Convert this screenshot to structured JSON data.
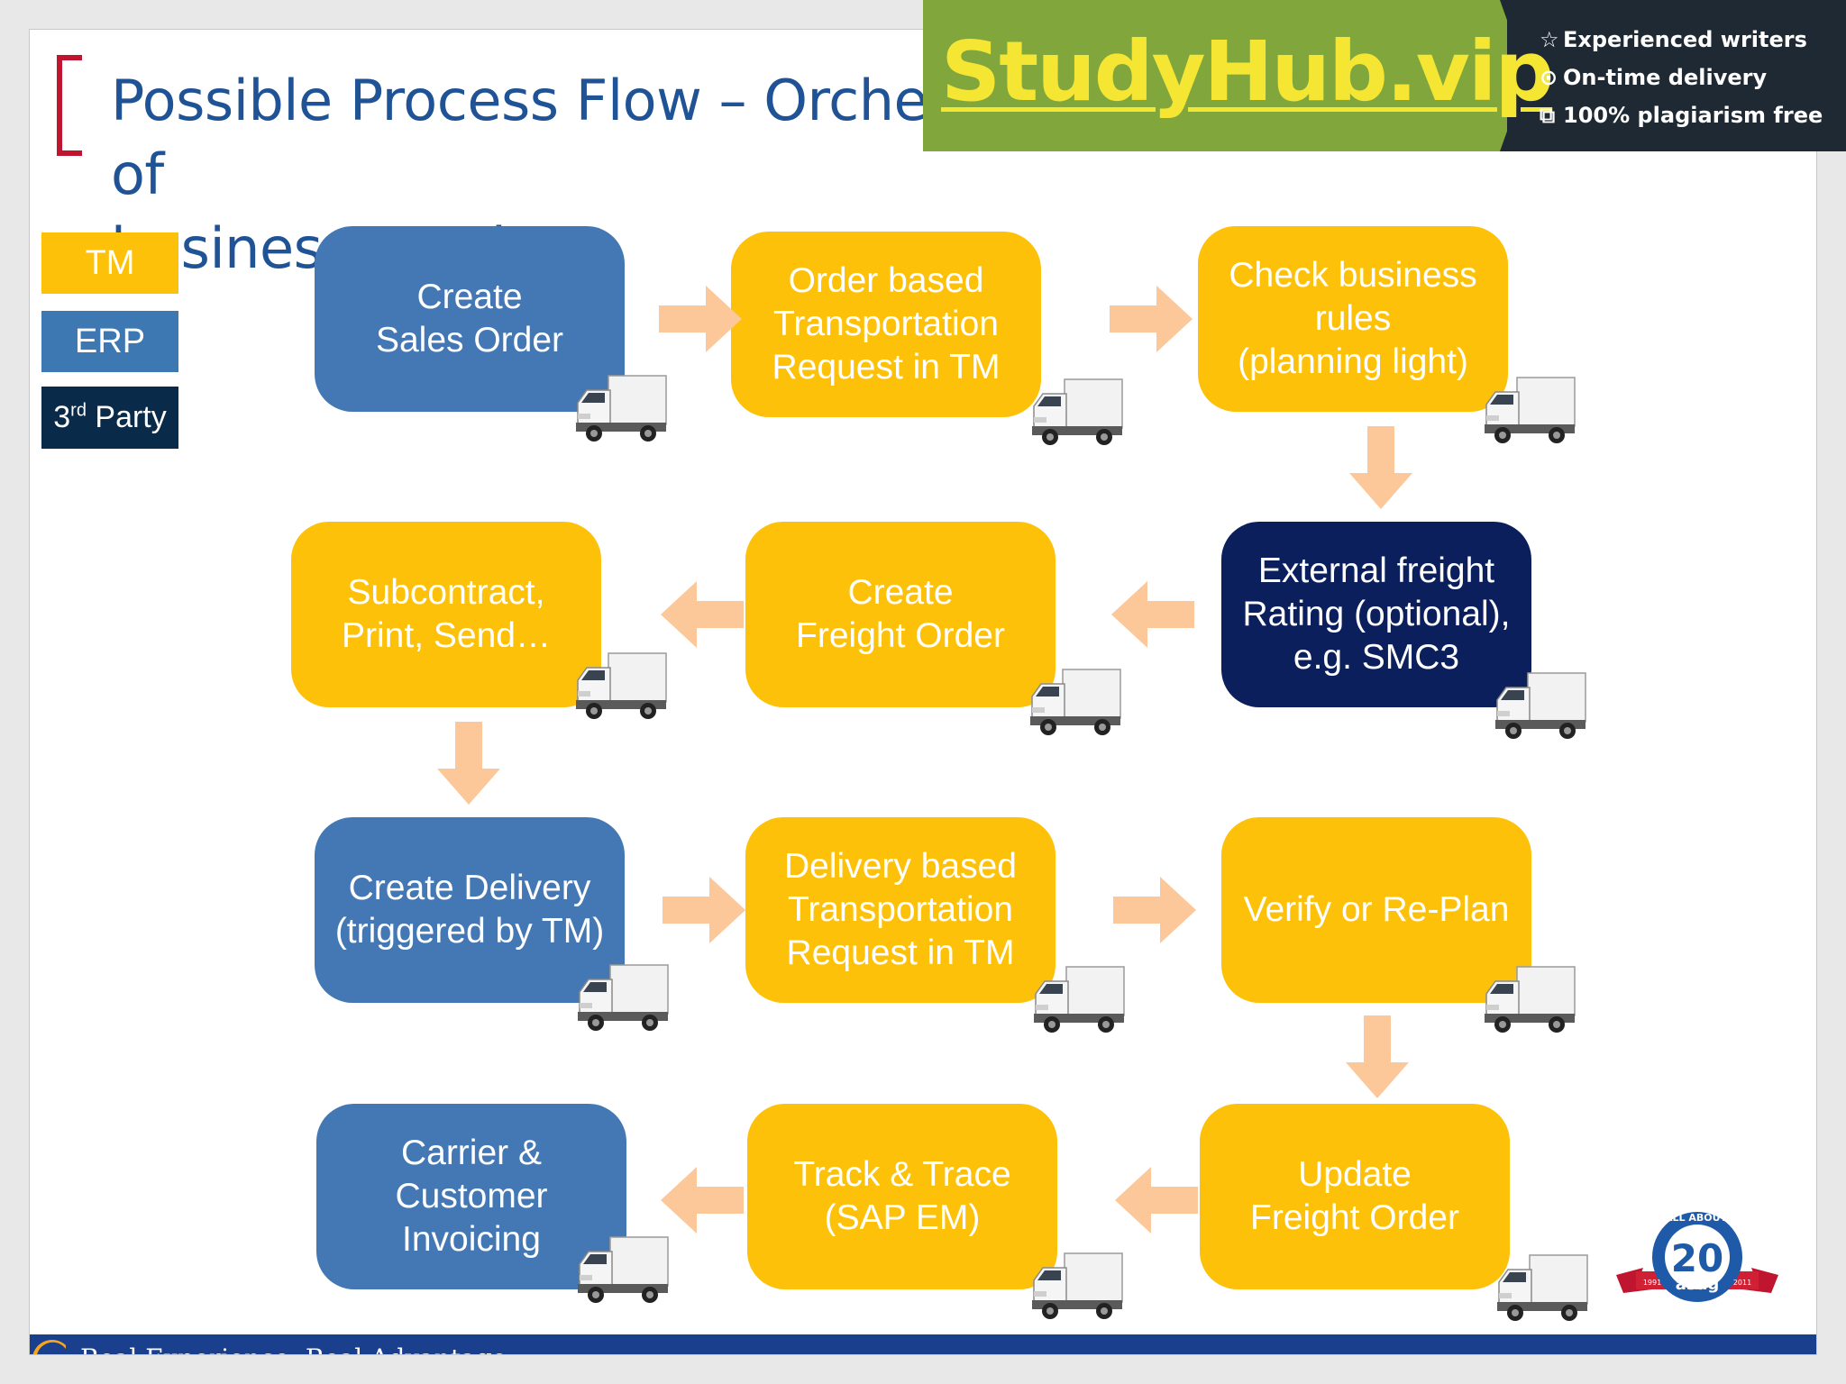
{
  "title": "Possible Process Flow – Orchestration of\nbusiness needs",
  "legend": {
    "tm": "TM",
    "erp": "ERP",
    "third_party_prefix": "3",
    "third_party_sup": "rd",
    "third_party_suffix": " Party"
  },
  "colors": {
    "tm": "#fdc10a",
    "erp": "#4478b4",
    "third_party": "#0b1f5c",
    "arrow": "#fcc799"
  },
  "steps": [
    {
      "id": "create-sales-order",
      "label": "Create\nSales Order",
      "system": "erp"
    },
    {
      "id": "order-based-tr",
      "label": "Order based\nTransportation\nRequest in TM",
      "system": "tm"
    },
    {
      "id": "check-business-rules",
      "label": "Check business\nrules\n(planning light)",
      "system": "tm"
    },
    {
      "id": "external-freight-rating",
      "label": "External freight\nRating (optional),\ne.g. SMC3",
      "system": "third"
    },
    {
      "id": "create-freight-order",
      "label": "Create\nFreight Order",
      "system": "tm"
    },
    {
      "id": "subcontract-print-send",
      "label": "Subcontract,\nPrint, Send…",
      "system": "tm"
    },
    {
      "id": "create-delivery",
      "label": "Create Delivery\n(triggered by TM)",
      "system": "erp"
    },
    {
      "id": "delivery-based-tr",
      "label": "Delivery based\nTransportation\nRequest in TM",
      "system": "tm"
    },
    {
      "id": "verify-replan",
      "label": "Verify or Re-Plan",
      "system": "tm"
    },
    {
      "id": "update-freight-order",
      "label": "Update\nFreight Order",
      "system": "tm"
    },
    {
      "id": "track-trace",
      "label": "Track & Trace\n(SAP EM)",
      "system": "tm"
    },
    {
      "id": "carrier-customer-invoicing",
      "label": "Carrier &\nCustomer\nInvoicing",
      "system": "erp"
    }
  ],
  "footer": {
    "tagline": "Real Experience. Real Advantage."
  },
  "asug_logo": {
    "arc_text": "IT'S ALL ABOUT YOU",
    "number": "20",
    "brand": "asug",
    "year_start": "1991",
    "year_end": "2011"
  },
  "watermark": {
    "brand": "StudyHub.vip",
    "features": [
      "Experienced writers",
      "On-time delivery",
      "100% plagiarism free"
    ]
  }
}
